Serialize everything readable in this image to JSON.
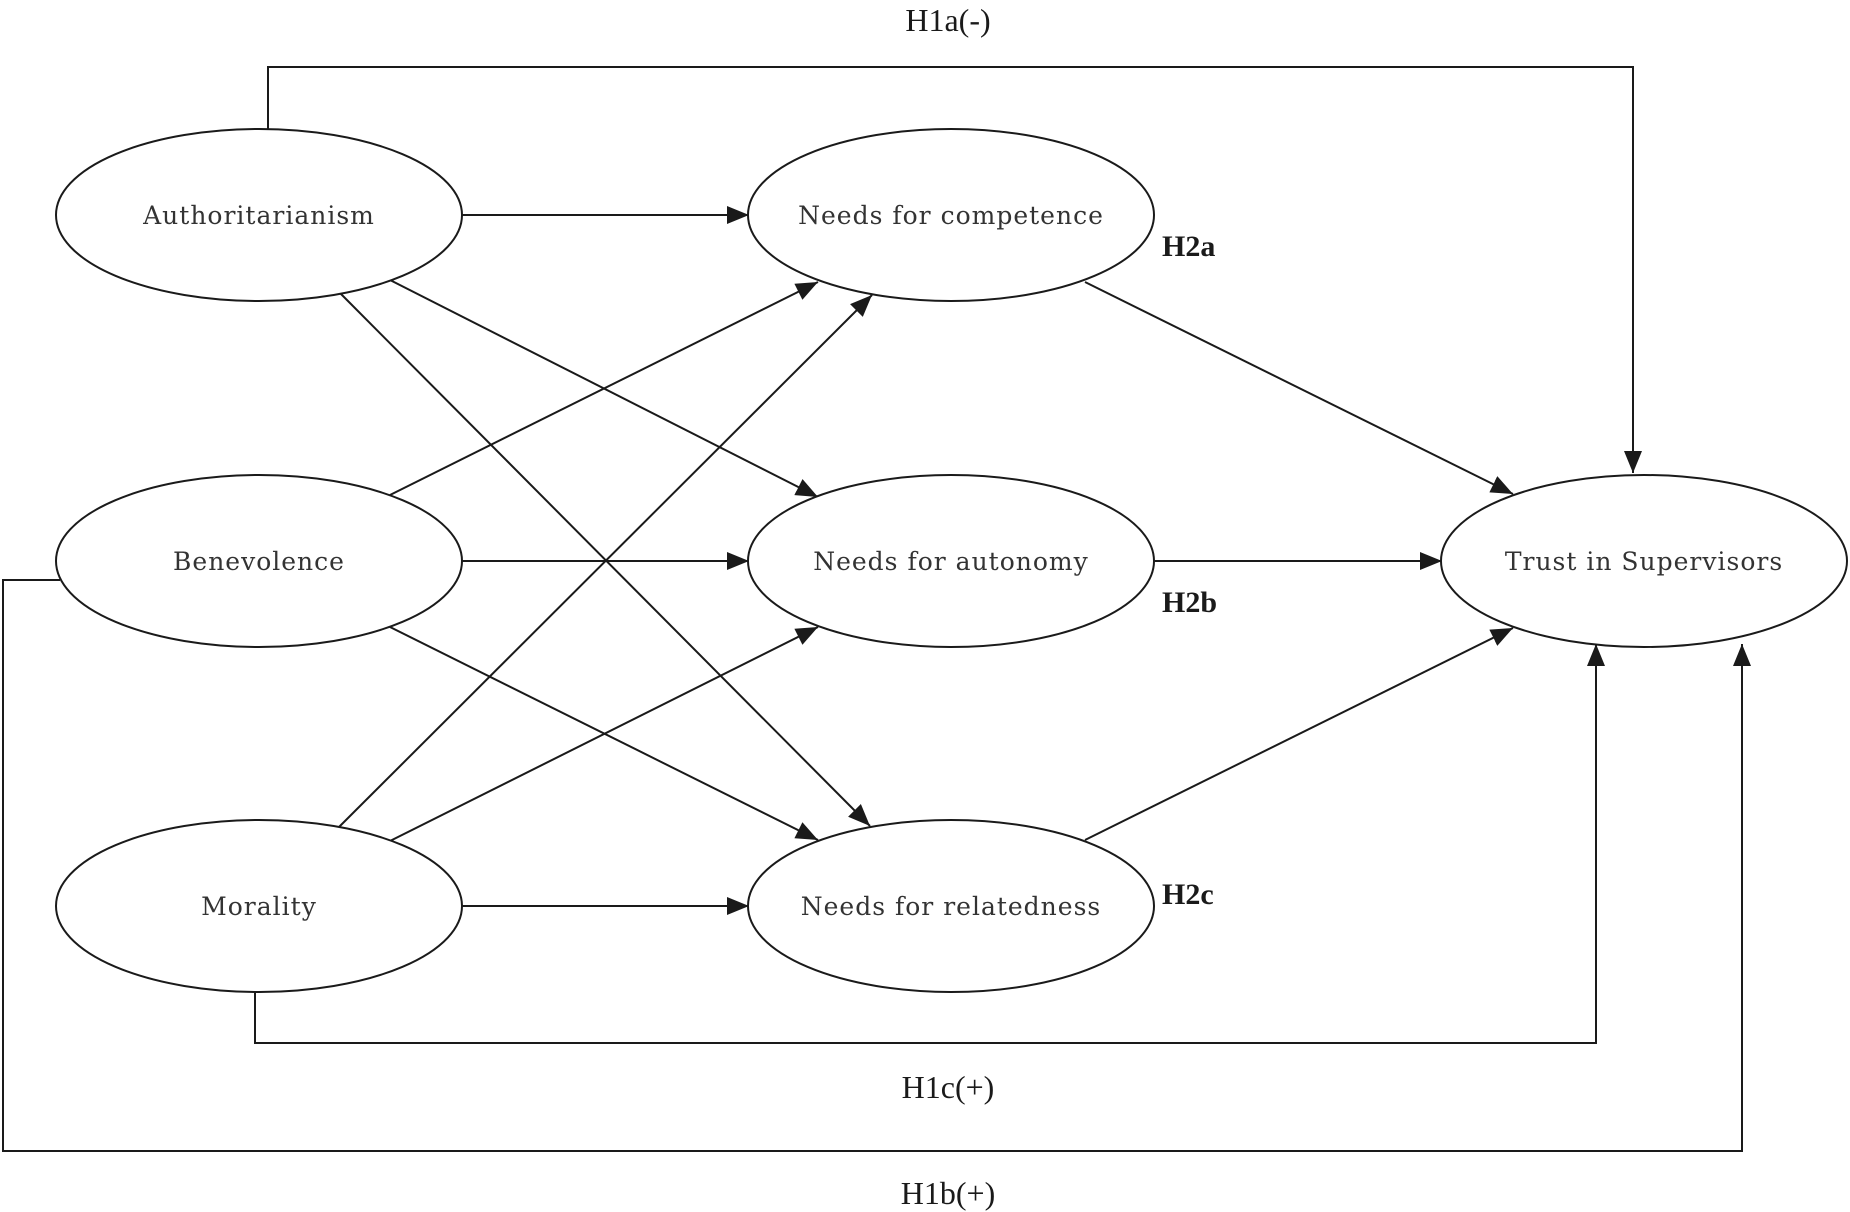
{
  "nodes": {
    "authoritarianism": "Authoritarianism",
    "benevolence": "Benevolence",
    "morality": "Morality",
    "competence": "Needs for competence",
    "autonomy": "Needs for autonomy",
    "relatedness": "Needs for relatedness",
    "trust": "Trust in Supervisors"
  },
  "hypotheses": {
    "h1a": "H1a(-)",
    "h1b": "H1b(+)",
    "h1c": "H1c(+)",
    "h2a": "H2a",
    "h2b": "H2b",
    "h2c": "H2c"
  },
  "edges": [
    {
      "from": "Authoritarianism",
      "to": "Needs for competence"
    },
    {
      "from": "Authoritarianism",
      "to": "Needs for autonomy"
    },
    {
      "from": "Authoritarianism",
      "to": "Needs for relatedness"
    },
    {
      "from": "Benevolence",
      "to": "Needs for competence"
    },
    {
      "from": "Benevolence",
      "to": "Needs for autonomy"
    },
    {
      "from": "Benevolence",
      "to": "Needs for relatedness"
    },
    {
      "from": "Morality",
      "to": "Needs for competence"
    },
    {
      "from": "Morality",
      "to": "Needs for autonomy"
    },
    {
      "from": "Morality",
      "to": "Needs for relatedness"
    },
    {
      "from": "Needs for competence",
      "to": "Trust in Supervisors"
    },
    {
      "from": "Needs for autonomy",
      "to": "Trust in Supervisors"
    },
    {
      "from": "Needs for relatedness",
      "to": "Trust in Supervisors"
    },
    {
      "from": "Authoritarianism",
      "to": "Trust in Supervisors"
    },
    {
      "from": "Benevolence",
      "to": "Trust in Supervisors"
    },
    {
      "from": "Morality",
      "to": "Trust in Supervisors"
    }
  ]
}
